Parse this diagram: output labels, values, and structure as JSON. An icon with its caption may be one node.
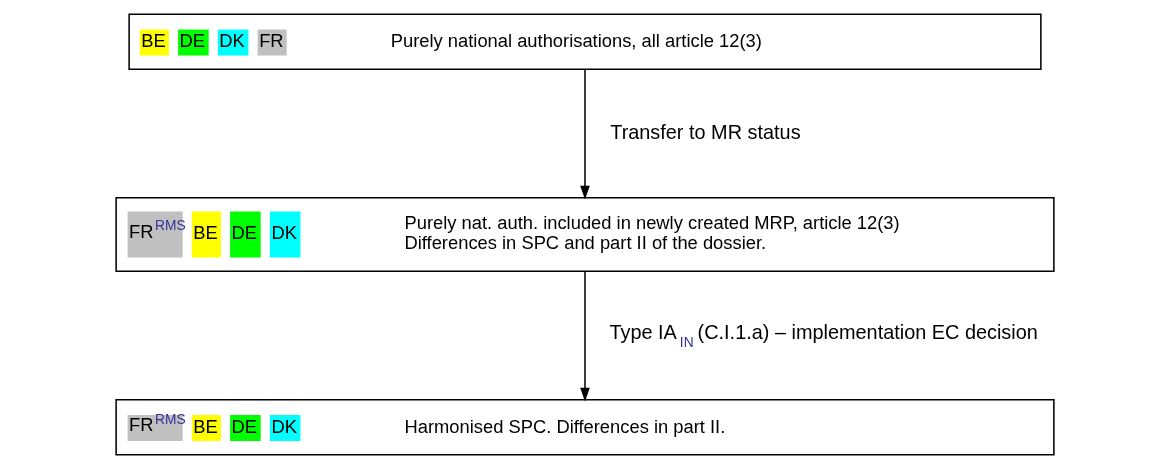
{
  "diagram": {
    "nodes": [
      {
        "text": [
          "BE",
          "DE",
          "DK",
          "FR",
          "Purely national authorisations, all article 12(3)"
        ]
      },
      {
        "text": [
          "FR$^{RMS}$",
          "BE",
          "DE",
          "DK",
          "Purely nat. auth. included in newly created MRP, article 12(3)",
          "Differences in SPC and part II of the dossier."
        ]
      },
      {
        "text": [
          "FR$^{RMS}$",
          "BE",
          "DE",
          "DK",
          "Harmonised SPC. Differences in part II."
        ]
      }
    ],
    "edges": [
      {
        "from": 0,
        "to": 1,
        "arrow": "to",
        "label": "Transfer to MR status"
      },
      {
        "from": 1,
        "to": 2,
        "arrow": "to",
        "label": "Type IA$_{IN}$ (C.I.1.a) – implementation EC decision"
      }
    ]
  }
}
